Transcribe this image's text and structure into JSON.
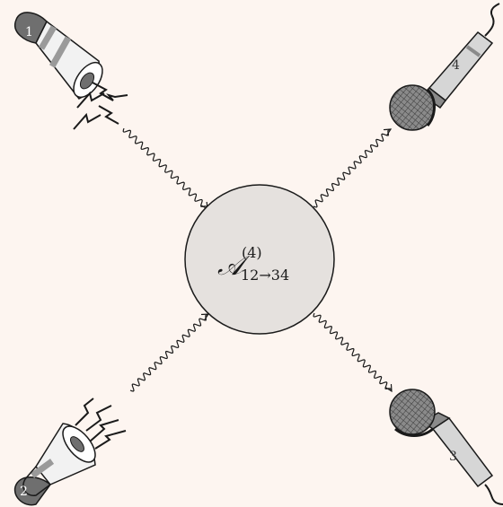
{
  "amplitude": {
    "symbol": "𝒜",
    "superscript": "(4)",
    "subscript": "12→34"
  },
  "devices": [
    {
      "type": "megaphone",
      "label": "1"
    },
    {
      "type": "megaphone",
      "label": "2"
    },
    {
      "type": "microphone",
      "label": "3"
    },
    {
      "type": "microphone",
      "label": "4"
    }
  ],
  "colors": {
    "background": "#fdf5f0",
    "blob_fill": "#e5e1de",
    "device_dark": "#6f6f6f",
    "device_light": "#f2f2f2",
    "stroke": "#1a1a1a"
  }
}
